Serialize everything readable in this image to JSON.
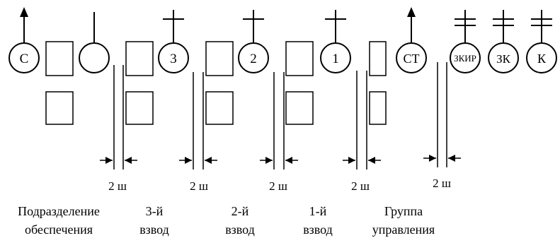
{
  "circle_labels": {
    "s": "С",
    "three": "3",
    "two": "2",
    "one": "1",
    "st": "СТ",
    "zkir": "ЗКИР",
    "zk": "ЗК",
    "k": "К"
  },
  "spacing_labels": [
    "2 ш",
    "2 ш",
    "2 ш",
    "2 ш",
    "2 ш"
  ],
  "group_labels": {
    "support_line1": "Подразделение",
    "support_line2": "обеспечения",
    "platoon3_line1": "3-й",
    "platoon3_line2": "взвод",
    "platoon2_line1": "2-й",
    "platoon2_line2": "взвод",
    "platoon1_line1": "1-й",
    "platoon1_line2": "взвод",
    "control_line1": "Группа",
    "control_line2": "управления"
  }
}
